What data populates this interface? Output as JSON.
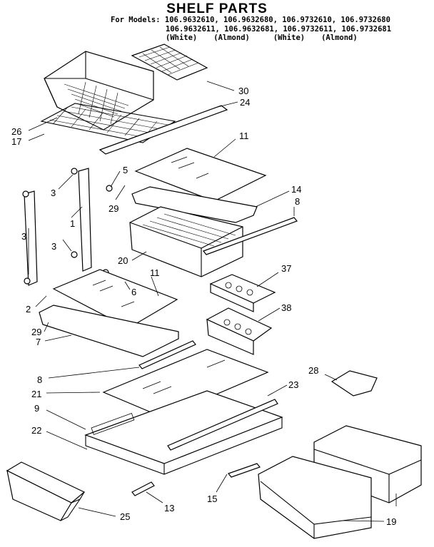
{
  "title": "SHELF PARTS",
  "models": {
    "prefix": "For Models:",
    "line1": "106.9632610, 106.9632680, 106.9732610, 106.9732680",
    "line2": "106.9632611, 106.9632681, 106.9732611, 106.9732681",
    "colors": [
      "(White)",
      "(Almond)",
      "(White)",
      "(Almond)"
    ]
  },
  "callouts": {
    "c30": "30",
    "c24": "24",
    "c26": "26",
    "c17": "17",
    "c11a": "11",
    "c5": "5",
    "c3a": "3",
    "c3b": "3",
    "c3c": "3",
    "c1": "1",
    "c29a": "29",
    "c14": "14",
    "c8a": "8",
    "c20": "20",
    "c2": "2",
    "c11b": "11",
    "c6": "6",
    "c37": "37",
    "c38": "38",
    "c29b": "29",
    "c7": "7",
    "c8b": "8",
    "c28": "28",
    "c21": "21",
    "c23": "23",
    "c9": "9",
    "c22": "22",
    "c15": "15",
    "c13": "13",
    "c25": "25",
    "c19": "19"
  }
}
